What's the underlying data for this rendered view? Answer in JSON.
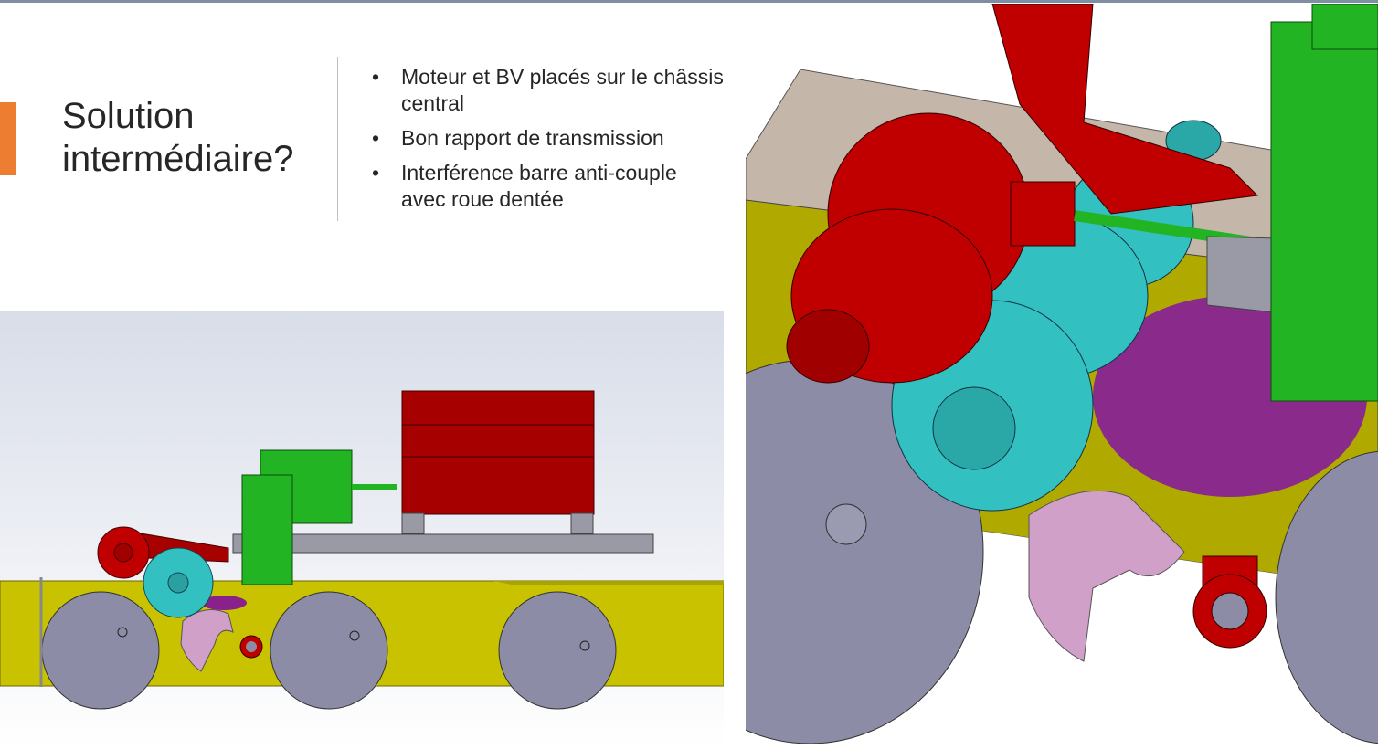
{
  "slide": {
    "title": "Solution intermédiaire?",
    "bullets": [
      "Moteur et BV placés sur le châssis central",
      "Bon rapport de transmission",
      "Interférence barre anti-couple avec roue dentée"
    ],
    "bullet_glyph": "•"
  },
  "colors": {
    "accent": "#ed7d31",
    "motor_red": "#a60000",
    "gearbox_green": "#22b422",
    "gear_cyan": "#33c0c0",
    "frame_yellow": "#c8c200",
    "wheel_grey": "#8c8ca6",
    "plate_grey": "#9a9aa6",
    "anti_torque_pink": "#d0a0c8"
  }
}
